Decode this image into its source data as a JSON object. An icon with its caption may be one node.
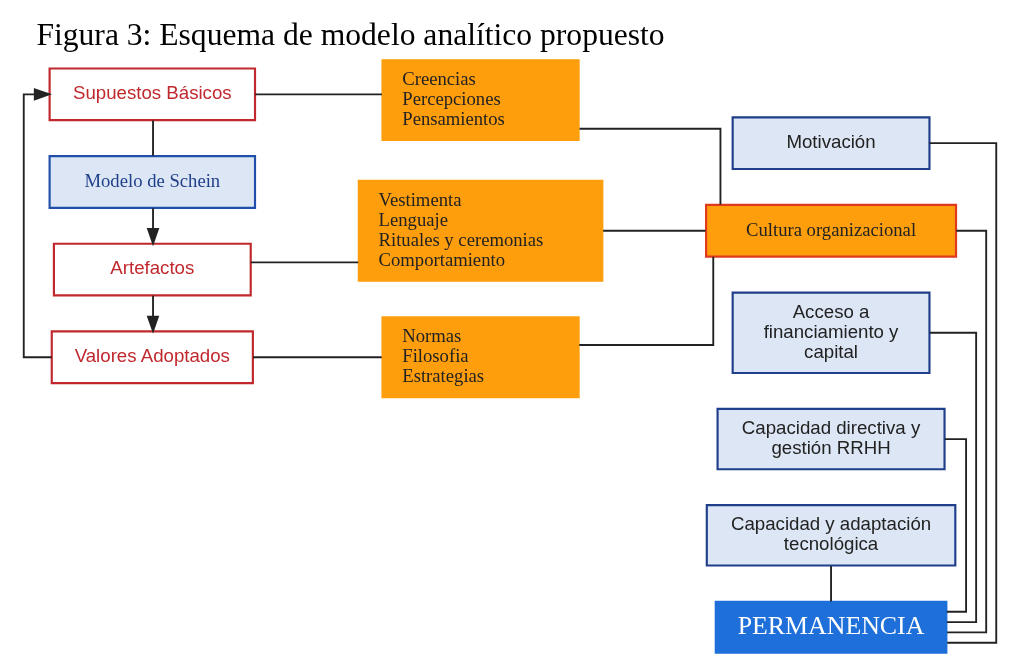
{
  "diagram": {
    "title": "Figura 3: Esquema de modelo analítico propuesto",
    "nodes": [
      {
        "text": [
          "Modelo de Schein"
        ]
      },
      {
        "text": [
          "Artefactos"
        ]
      },
      {
        "text": [
          "Valores Adoptados"
        ]
      },
      {
        "text": [
          "Supuestos Básicos"
        ]
      },
      {
        "text": [
          "Vestimenta",
          "Lenguaje",
          "Rituales y ceremonias",
          "Comportamiento"
        ]
      },
      {
        "text": [
          "Normas",
          "Filosofia",
          "Estrategias"
        ]
      },
      {
        "text": [
          "Creencias",
          "Percepciones",
          "Pensamientos"
        ]
      },
      {
        "text": [
          "PERMANENCIA"
        ]
      },
      {
        "text": [
          "Acceso a financiamiento y capital"
        ]
      },
      {
        "text": [
          "Capacidad directiva y gestión RRHH"
        ]
      },
      {
        "text": [
          "Cultura organizacional"
        ]
      },
      {
        "text": [
          "Capacidad y adaptación tecnológica"
        ]
      },
      {
        "text": [
          "Motivación"
        ]
      }
    ],
    "edges": [
      {
        "from": 0,
        "to": 1,
        "arrow": "to"
      },
      {
        "from": 1,
        "to": 2,
        "arrow": "to"
      },
      {
        "from": 2,
        "to": 3,
        "arrow": "to"
      },
      {
        "from": 3,
        "to": 0,
        "arrow": "none"
      },
      {
        "from": 1,
        "to": 4,
        "arrow": "none"
      },
      {
        "from": 2,
        "to": 5,
        "arrow": "none"
      },
      {
        "from": 3,
        "to": 6,
        "arrow": "none"
      },
      {
        "from": 4,
        "to": 10,
        "arrow": "none"
      },
      {
        "from": 5,
        "to": 10,
        "arrow": "none"
      },
      {
        "from": 6,
        "to": 10,
        "arrow": "none"
      },
      {
        "from": 8,
        "to": 7,
        "arrow": "none"
      },
      {
        "from": 9,
        "to": 7,
        "arrow": "none"
      },
      {
        "from": 10,
        "to": 7,
        "arrow": "none"
      },
      {
        "from": 11,
        "to": 7,
        "arrow": "none"
      },
      {
        "from": 12,
        "to": 7,
        "arrow": "none"
      }
    ]
  }
}
